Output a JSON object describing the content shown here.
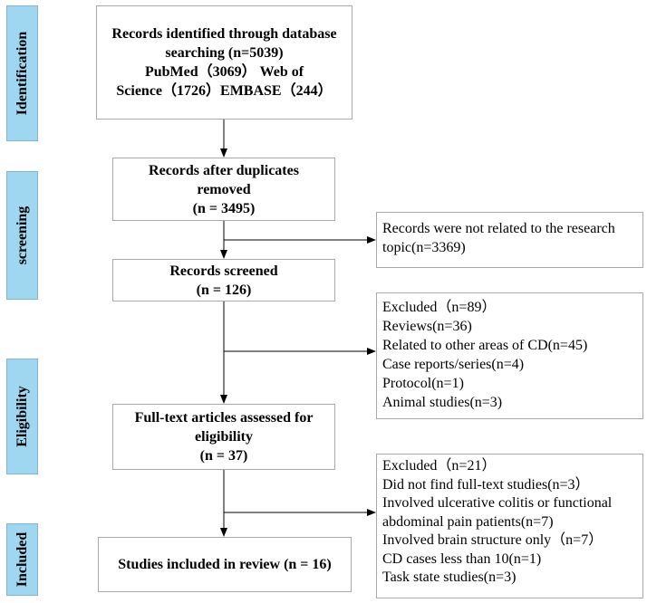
{
  "stages": {
    "identification": "Identification",
    "screening": "screening",
    "eligibility": "Eligibility",
    "included": "Included"
  },
  "boxes": {
    "identified": {
      "lines": [
        "Records identified through database",
        "searching (n=5039)",
        "PubMed（3069） Web of",
        "Science（1726）EMBASE（244）"
      ]
    },
    "after_duplicates": {
      "lines": [
        "Records after duplicates",
        "removed",
        "(n = 3495)"
      ]
    },
    "screened": {
      "lines": [
        "Records screened",
        "(n = 126)"
      ]
    },
    "full_text": {
      "lines": [
        "Full-text articles assessed for",
        "eligibility",
        "(n = 37)"
      ]
    },
    "included": {
      "lines": [
        "Studies included in review (n = 16)"
      ]
    }
  },
  "exclusions": {
    "not_related": {
      "lines": [
        "Records were not related to the research",
        "topic(n=3369)"
      ]
    },
    "excluded_screening": {
      "lines": [
        "Excluded（n=89）",
        "Reviews(n=36)",
        "Related to other areas of CD(n=45)",
        "Case reports/series(n=4)",
        "Protocol(n=1)",
        "Animal studies(n=3)"
      ]
    },
    "excluded_full_text": {
      "lines": [
        "Excluded（n=21）",
        "Did not find full-text studies(n=3）",
        "Involved ulcerative colitis or functional",
        "abdominal pain patients(n=7)",
        "Involved brain structure only（n=7）",
        "CD cases less than 10(n=1)",
        "Task state studies(n=3)"
      ]
    }
  }
}
